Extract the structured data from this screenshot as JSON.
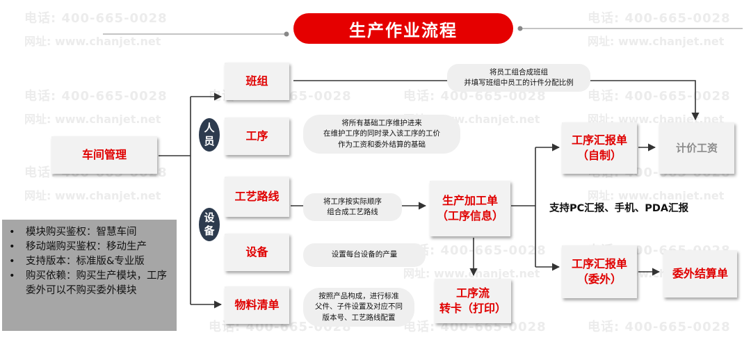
{
  "title": "生产作业流程",
  "watermark": {
    "phone": "电话: 400-665-0028",
    "site": "网址: www.chanjet.net"
  },
  "nodes": {
    "workshop": "车间管理",
    "team": "班组",
    "process": "工序",
    "route": "工艺路线",
    "equipment": "设备",
    "bom": "物料清单",
    "order_l1": "生产加工单",
    "order_l2": "（工序信息）",
    "card_l1": "工序流",
    "card_l2": "转卡（打印）",
    "report_self_l1": "工序汇报单",
    "report_self_l2": "（自制）",
    "report_out_l1": "工序汇报单",
    "report_out_l2": "（委外）",
    "wage": "计价工资",
    "settlement": "委外结算单"
  },
  "circles": {
    "personnel": [
      "人",
      "员"
    ],
    "device": [
      "设",
      "备"
    ]
  },
  "notes": {
    "team": [
      "将员工组合成班组",
      "并填写班组中员工的计件分配比例"
    ],
    "process": [
      "将所有基础工序维护进来",
      "在维护工序的同时录入该工序的工价",
      "作为工资和委外结算的基础"
    ],
    "route": [
      "将工序按实际顺序",
      "组合成工艺路线"
    ],
    "equipment": [
      "设置每台设备的产量"
    ],
    "bom": [
      "按照产品构成，进行标准",
      "父件、子件设置及对应不同",
      "版本号、工艺路线配置"
    ]
  },
  "support_label": "支持PC汇报、手机、PDA汇报",
  "info_items": [
    "模块购买鉴权：智慧车间",
    "移动端购买鉴权：移动生产",
    "支持版本：标准版&专业版",
    "购买依赖：购买生产模块，工序委外可以不购买委外模块"
  ],
  "colors": {
    "accent": "#e50000",
    "box_bg": "#f2f2f2",
    "circle_bg": "#2d3b4e",
    "info_bg": "#a6a6a6",
    "note_bg": "#efefef"
  }
}
